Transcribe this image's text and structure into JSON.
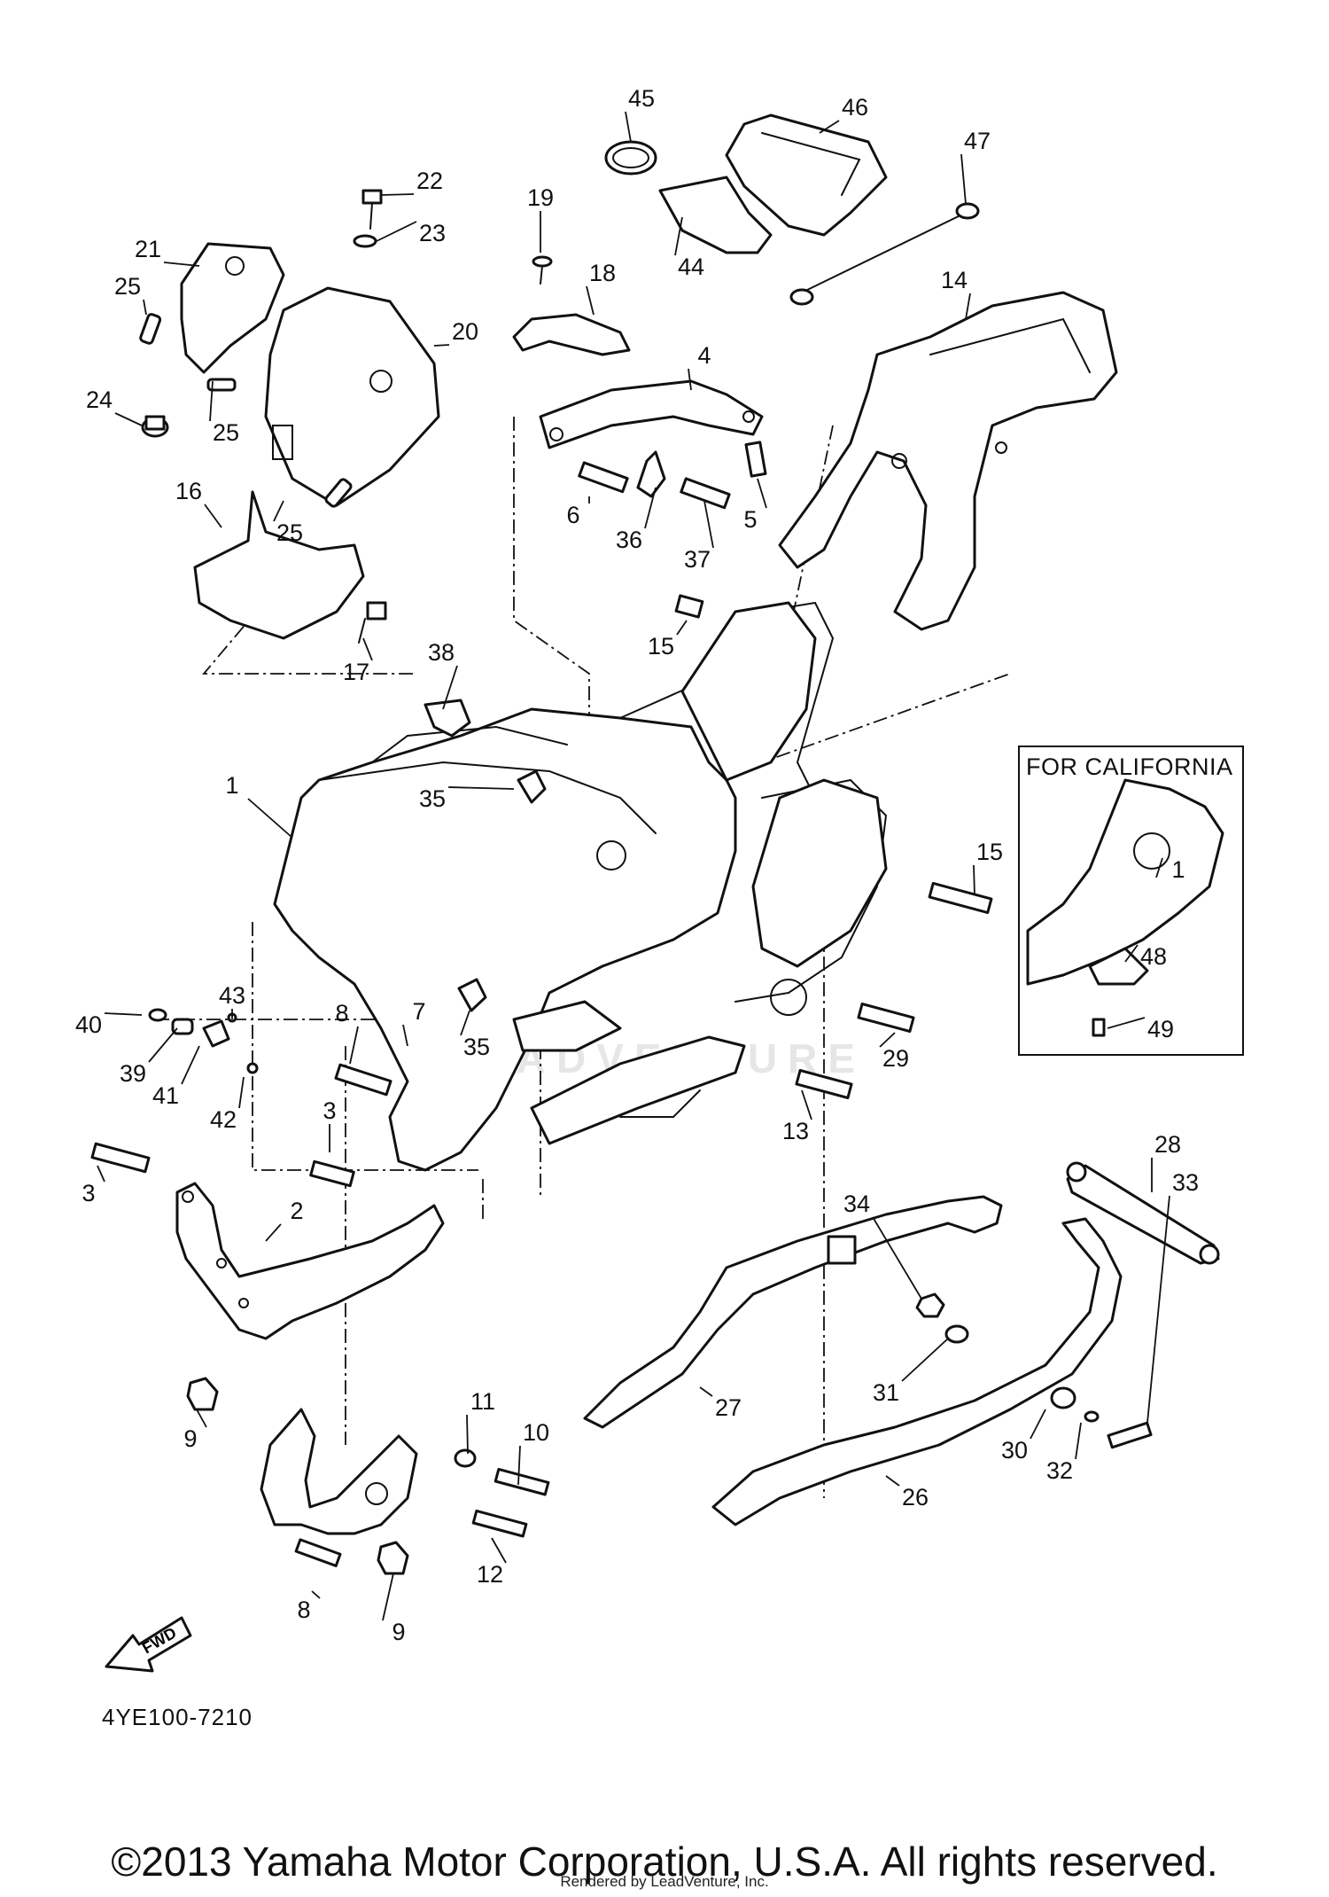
{
  "diagram": {
    "code": "4YE100-7210",
    "inset_title": "FOR CALIFORNIA",
    "fwd_label": "FWD",
    "watermark": "LEADVENTURE"
  },
  "footer": {
    "copyright": "©2013 Yamaha Motor Corporation, U.S.A. All rights reserved.",
    "rendered_by": "Rendered by LeadVenture, Inc."
  },
  "callouts": [
    "1",
    "2",
    "3",
    "3",
    "4",
    "5",
    "6",
    "7",
    "8",
    "8",
    "9",
    "9",
    "10",
    "11",
    "12",
    "13",
    "14",
    "15",
    "15",
    "16",
    "17",
    "18",
    "19",
    "20",
    "21",
    "22",
    "23",
    "24",
    "25",
    "25",
    "25",
    "26",
    "27",
    "28",
    "29",
    "30",
    "31",
    "32",
    "33",
    "34",
    "35",
    "35",
    "36",
    "37",
    "38",
    "39",
    "40",
    "41",
    "42",
    "43",
    "44",
    "45",
    "46",
    "47",
    "48",
    "49",
    "1"
  ]
}
